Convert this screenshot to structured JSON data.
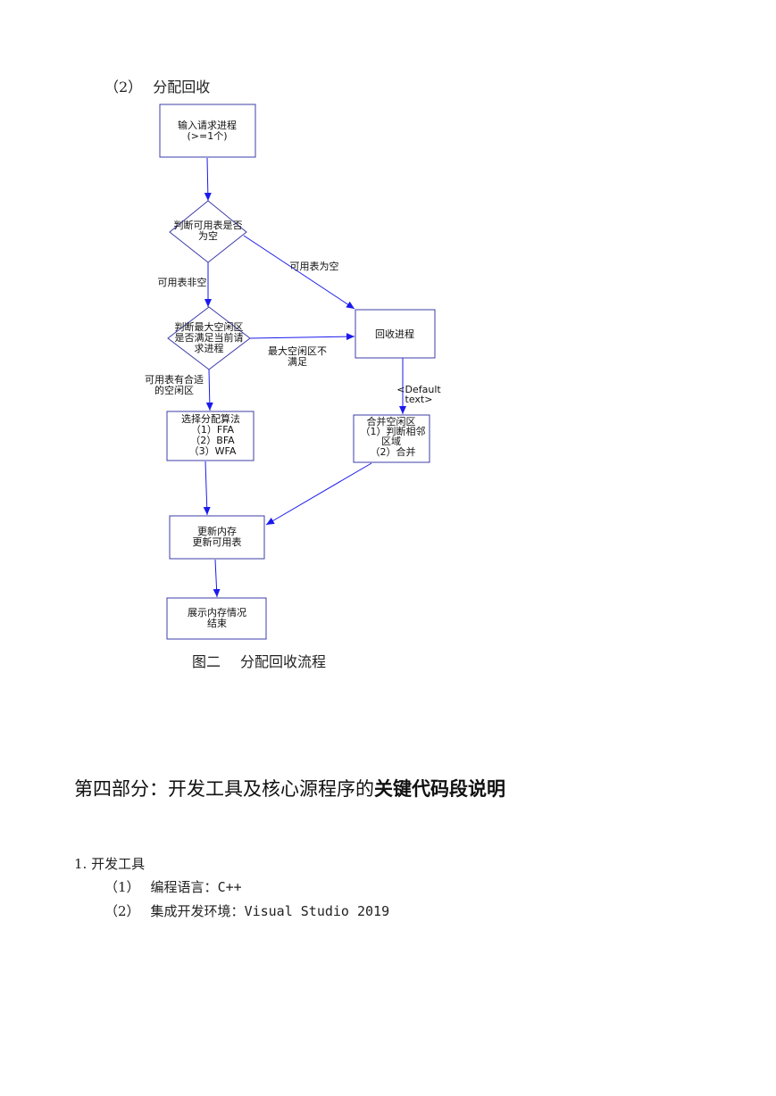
{
  "section_sub": {
    "number": "（2）",
    "title": "分配回收"
  },
  "flowchart": {
    "nodes": {
      "input": [
        "输入请求进程",
        "(>=1个)"
      ],
      "check_empty": [
        "判断可用表是否",
        "为空"
      ],
      "check_max": [
        "判断最大空闲区",
        "是否满足当前请",
        "求进程"
      ],
      "recycle": [
        "回收进程"
      ],
      "select_algo": [
        "选择分配算法",
        "（1）FFA",
        "（2）BFA",
        "（3）WFA"
      ],
      "merge": [
        "合并空闲区",
        "（1）判断相邻",
        "区域",
        "（2）合并"
      ],
      "update": [
        "更新内存",
        "更新可用表"
      ],
      "display": [
        "展示内存情况",
        "结束"
      ]
    },
    "edge_labels": {
      "table_empty": "可用表为空",
      "table_not_empty": "可用表非空",
      "max_not_enough": [
        "最大空闲区不",
        "满足"
      ],
      "has_suitable": [
        "可用表有合适",
        "的空闲区"
      ],
      "default_text": [
        "<Default",
        "text>"
      ]
    },
    "colors": {
      "box": "#3c3ca8",
      "arrow": "#1a1aee"
    }
  },
  "figure_caption": {
    "label": "图二",
    "title": "分配回收流程"
  },
  "part_title": {
    "normal": "第四部分：开发工具及核心源程序的",
    "bold": "关键代码段说明"
  },
  "dev_tools": {
    "heading": "1. 开发工具",
    "items": [
      {
        "num": "（1）",
        "label": "编程语言：",
        "value": "C++"
      },
      {
        "num": "（2）",
        "label": "集成开发环境：",
        "value": "Visual Studio 2019"
      }
    ]
  }
}
